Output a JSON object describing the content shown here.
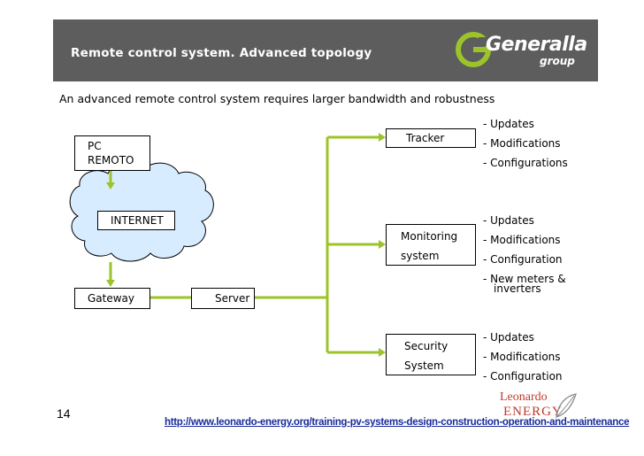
{
  "header": {
    "title": "Remote control system. Advanced topology"
  },
  "logo": {
    "word": "Generalla",
    "sub": "group"
  },
  "intro": "An advanced remote control system requires larger bandwidth and robustness",
  "nodes": {
    "pc": [
      "PC",
      "REMOTO"
    ],
    "internet": "INTERNET",
    "gateway": "Gateway",
    "server": "Server",
    "tracker": "Tracker",
    "monitoring": [
      "Monitoring",
      "system"
    ],
    "security": [
      "Security",
      "System"
    ]
  },
  "lists": {
    "tracker": [
      "- Updates",
      "- Modifications",
      "- Configurations"
    ],
    "monitoring": [
      "- Updates",
      "- Modifications",
      "- Configuration",
      "- New meters &",
      "inverters"
    ],
    "security": [
      "- Updates",
      "- Modifications",
      "- Configuration"
    ]
  },
  "footer": {
    "page": "14",
    "url": "http://www.leonardo-energy.org/training-pv-systems-design-construction-operation-and-maintenance",
    "brand_line1": "Leonardo",
    "brand_line2": "ENERGY"
  },
  "colors": {
    "header_bg": "#5d5d5d",
    "connector": "#9cc42a",
    "cloud": "#d8ecff"
  }
}
